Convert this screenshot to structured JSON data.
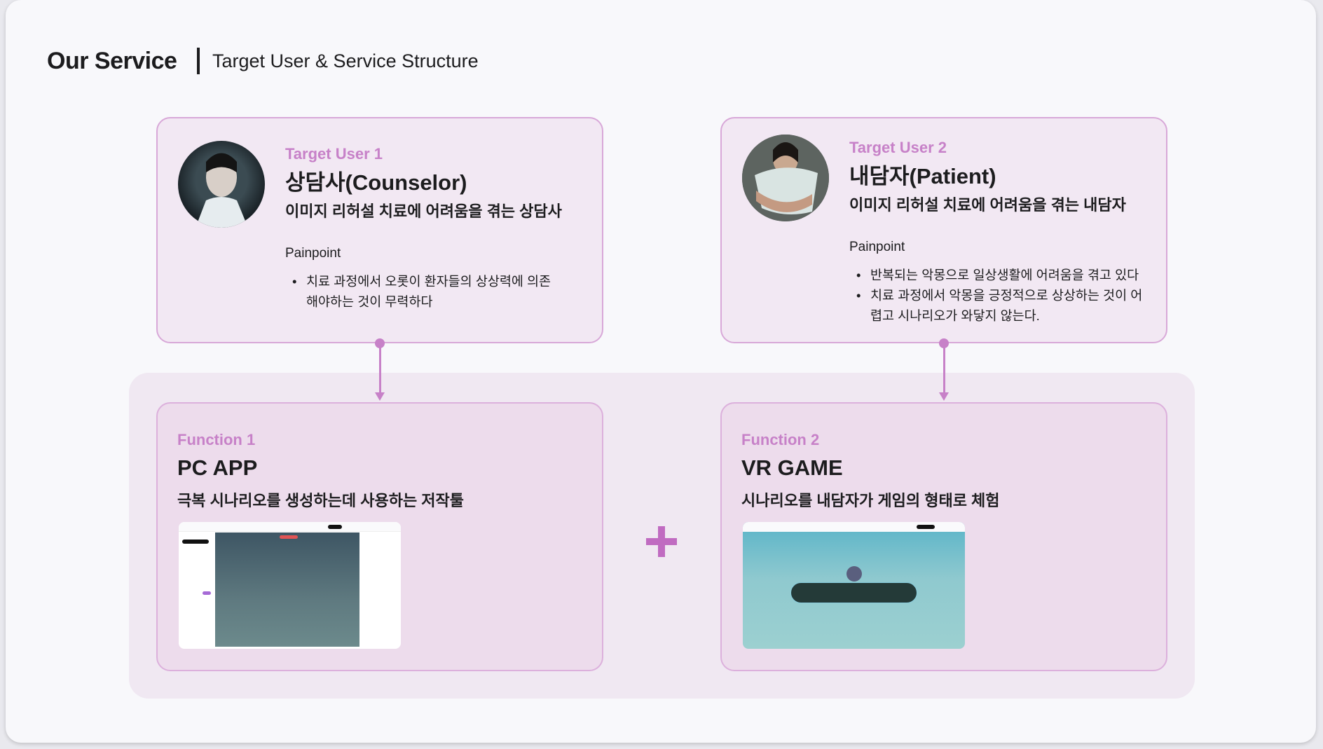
{
  "header": {
    "title": "Our Service",
    "subtitle": "Target User & Service Structure"
  },
  "targets": [
    {
      "label": "Target User 1",
      "name": "상담사(Counselor)",
      "desc": "이미지 리허설 치료에 어려움을 겪는 상담사",
      "painpoint_label": "Painpoint",
      "painpoints": [
        "치료 과정에서 오롯이 환자들의 상상력에 의존 해야하는 것이 무력하다"
      ]
    },
    {
      "label": "Target User 2",
      "name": "내담자(Patient)",
      "desc": "이미지 리허설 치료에 어려움을 겪는 내담자",
      "painpoint_label": "Painpoint",
      "painpoints": [
        "반복되는 악몽으로 일상생활에 어려움을 겪고 있다",
        "치료 과정에서 악몽을 긍정적으로 상상하는 것이 어렵고 시나리오가 와닿지 않는다."
      ]
    }
  ],
  "functions": [
    {
      "label": "Function 1",
      "name": "PC APP",
      "desc": "극복 시나리오를 생성하는데 사용하는 저작툴"
    },
    {
      "label": "Function 2",
      "name": "VR GAME",
      "desc": "시나리오를 내담자가 게임의 형태로 체험"
    }
  ],
  "colors": {
    "accent": "#c781c8",
    "card_bg": "#f2e8f3",
    "function_bg": "#eddcec"
  }
}
